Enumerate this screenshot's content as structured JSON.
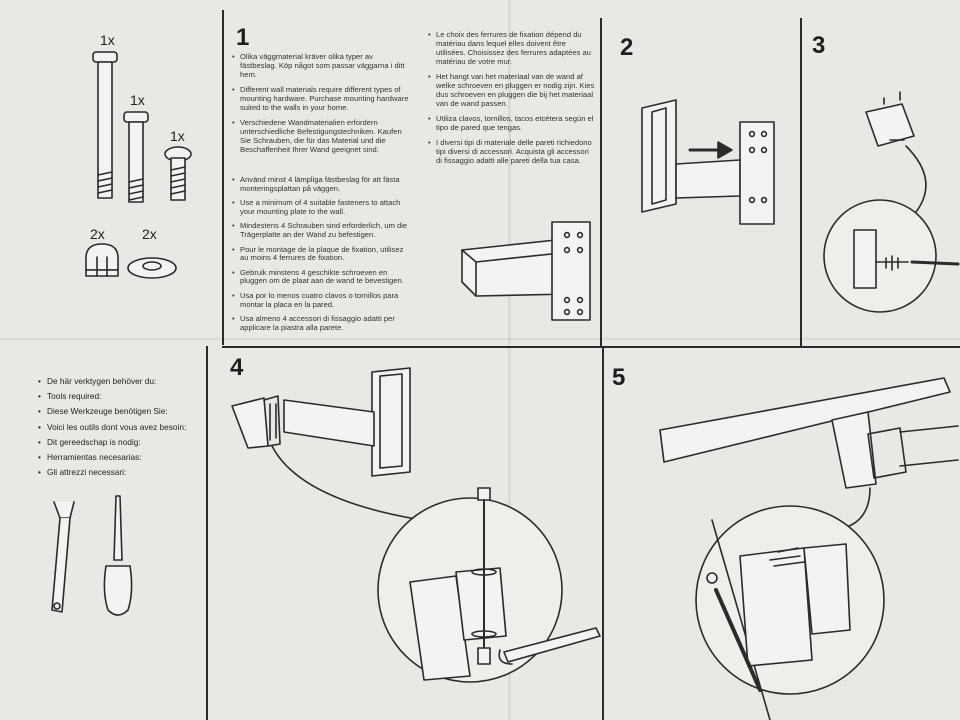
{
  "steps": {
    "s1": "1",
    "s2": "2",
    "s3": "3",
    "s4": "4",
    "s5": "5"
  },
  "parts": {
    "bolt_long": "1x",
    "bolt_mid": "1x",
    "bolt_short": "1x",
    "nut": "2x",
    "washer": "2x"
  },
  "step1_text_top": [
    "Olika väggmaterial kräver olika typer av fästbeslag. Köp något som passar väggarna i ditt hem.",
    "Different wall materials require different types of mounting hardware. Purchase mounting hardware suited to the walls in your home.",
    "Verschiedene Wandmaterialien erfordern unterschiedliche Befestigungstechniken. Kaufen Sie Schrauben, die für das Material und die Beschaffenheit Ihrer Wand geeignet sind."
  ],
  "step1_text_right": [
    "Le choix des ferrures de fixation dépend du matériau dans lequel elles doivent être utilisées. Choisissez des ferrures adaptées au matériau de votre mur.",
    "Het hangt van het materiaal van de wand af welke schroeven en pluggen er nodig zijn. Kies dus schroeven en pluggen die bij het materiaal van de wand passen.",
    "Utiliza clavos, tornillos, tacos etcétera según el tipo de pared que tengas.",
    "I diversi tipi di materiale delle pareti richiedono tipi diversi di accessori. Acquista gli accessori di fissaggio adatti alle pareti della tua casa."
  ],
  "step1_text_bottom": [
    "Använd minst 4 lämpliga fästbeslag för att fästa monteringsplattan på väggen.",
    "Use a minimum of 4 suitable fasteners to attach your mounting plate to the wall.",
    "Mindestens 4 Schrauben sind erforderlich, um die Trägerplatte an der Wand zu befestigen.",
    "Pour le montage de la plaque de fixation, utilisez au moins 4 ferrures de fixation.",
    "Gebruik minstens 4 geschikte schroeven en pluggen om de plaat aan de wand te bevestigen.",
    "Usa por lo menos cuatro clavos o tornillos para montar la placa en la pared.",
    "Usa almeno 4 accessori di fissaggio adatti per applicare la piastra alla parete."
  ],
  "tools": [
    "De här verktygen behöver du:",
    "Tools required:",
    "Diese Werkzeuge benötigen Sie:",
    "Voici les outils dont vous avez besoin:",
    "Dit gereedschap is nodig:",
    "Herramientas necesarias:",
    "Gli attrezzi necessari:"
  ],
  "colors": {
    "paper": "#e9e8e4",
    "ink": "#2b2b2b",
    "table": "#8a7a68"
  }
}
